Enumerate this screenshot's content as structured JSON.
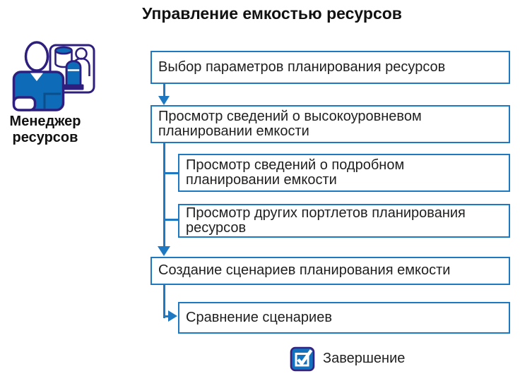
{
  "title": "Управление емкостью ресурсов",
  "actor": {
    "icon": "resource-manager-icon",
    "label": "Менеджер\nресурсов"
  },
  "flow": {
    "steps": [
      {
        "label": "Выбор параметров планирования ресурсов"
      },
      {
        "label": "Просмотр сведений о высокоуровневом\nпланировании емкости"
      },
      {
        "label": "Просмотр сведений о подробном\nпланировании емкости"
      },
      {
        "label": "Просмотр других портлетов планирования\nресурсов"
      },
      {
        "label": "Создание сценариев планирования емкости"
      },
      {
        "label": "Сравнение сценариев"
      }
    ]
  },
  "completion": {
    "icon": "checkbox-checked-icon",
    "label": "Завершение"
  },
  "colors": {
    "box_border": "#1e79c2",
    "connector": "#1e79c2",
    "icon_outline": "#2e1f7f",
    "icon_fill": "#0e6bb8",
    "text": "#1f1f1f"
  }
}
